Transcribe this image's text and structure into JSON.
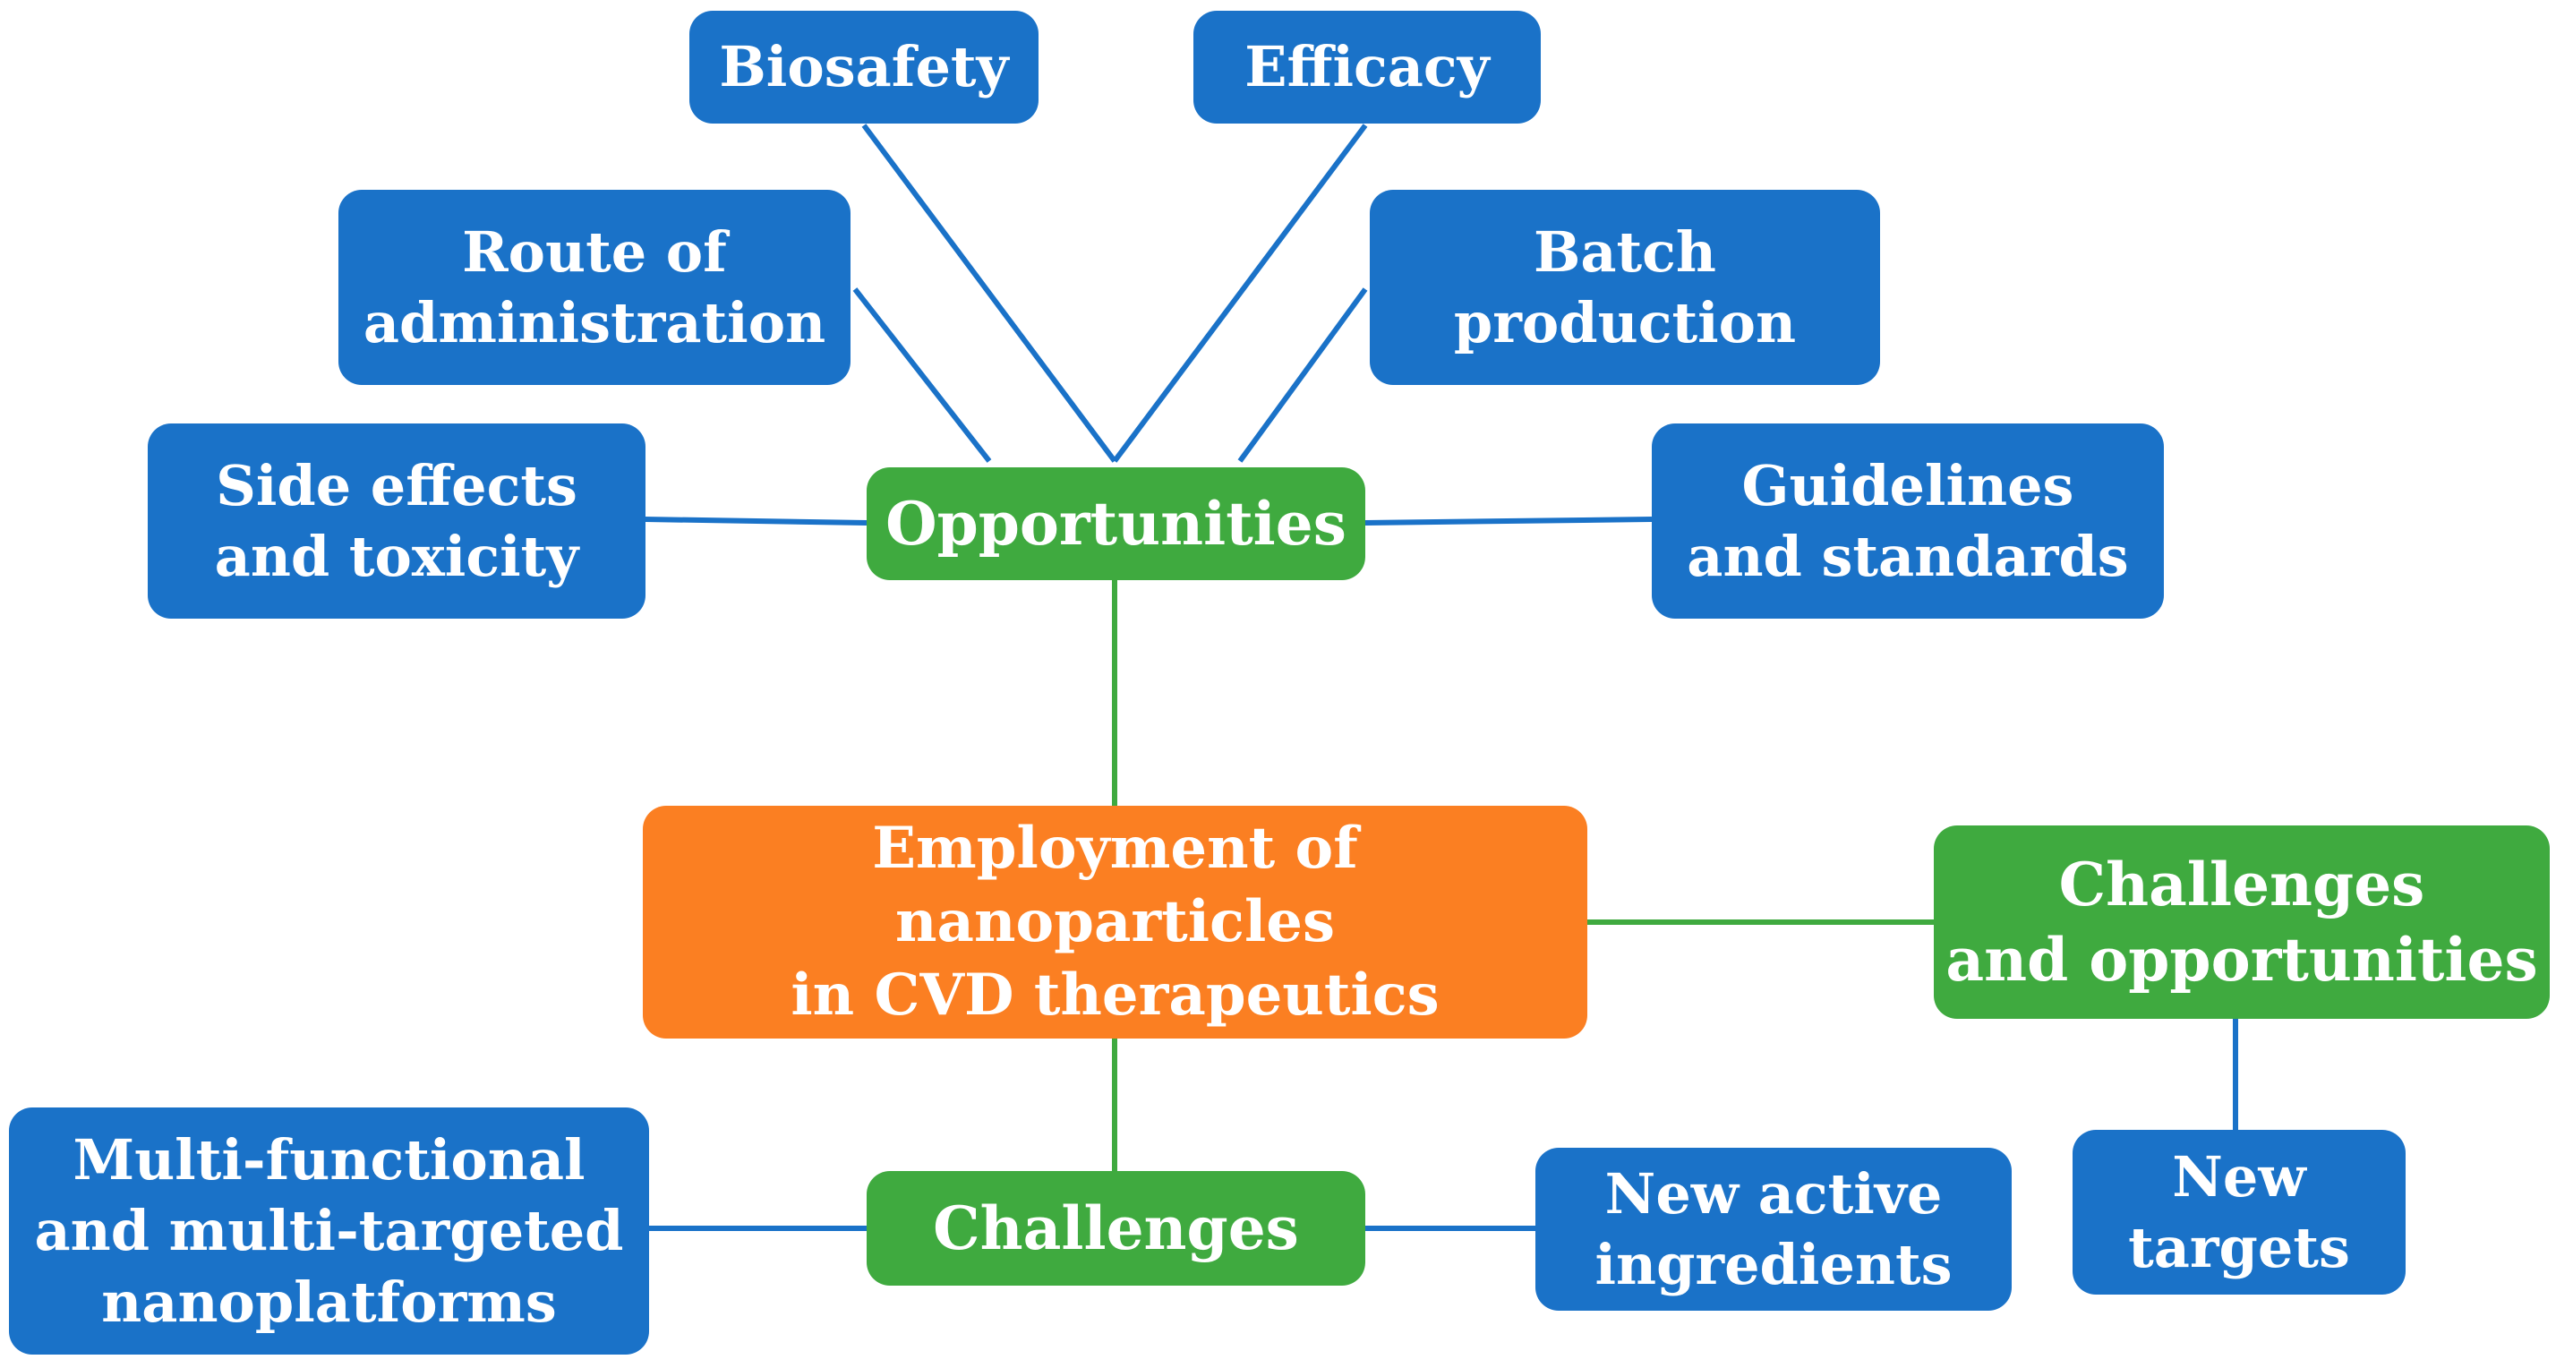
{
  "center": {
    "text": "Employment of nanoparticles\nin CVD therapeutics",
    "color": "#fb7f22"
  },
  "hubs": {
    "opportunities": "Opportunities",
    "challenges": "Challenges",
    "challenges_and_opportunities": "Challenges\nand opportunities"
  },
  "opportunity_items": {
    "biosafety": "Biosafety",
    "efficacy": "Efficacy",
    "route": "Route of\nadministration",
    "batch": "Batch\nproduction",
    "side_effects": "Side effects\nand toxicity",
    "guidelines": "Guidelines\nand standards"
  },
  "challenge_items": {
    "multi": "Multi-functional\nand multi-targeted\nnanoplatforms",
    "new_active": "New active\ningredients"
  },
  "combined_items": {
    "new_targets": "New\ntargets"
  },
  "colors": {
    "item_blue": "#1a72c8",
    "hub_green": "#3faa3f",
    "blue_connector": "#1a72c8",
    "green_connector": "#3faa3f"
  }
}
